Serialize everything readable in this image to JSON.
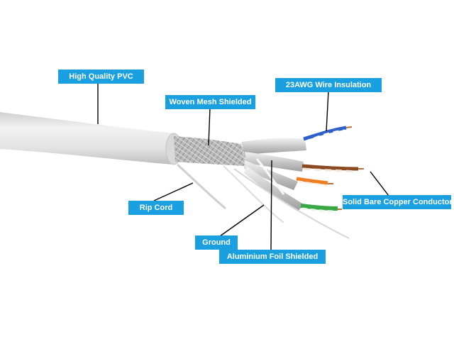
{
  "labels": {
    "high_quality_pvc": "High Quality PVC",
    "woven_mesh_shielded": "Woven Mesh Shielded",
    "wire_insulation": "23AWG Wire Insulation",
    "solid_bare_copper": "Solid Bare Copper Conductor",
    "rip_cord": "Rip Cord",
    "ground": "Ground",
    "aluminium_foil_shielded": "Aluminium Foil Shielded"
  },
  "colors": {
    "callout_background": "#1aa0e0",
    "callout_text": "#ffffff",
    "leader_line": "#000000",
    "cable_jacket": "#e4e4e4"
  }
}
